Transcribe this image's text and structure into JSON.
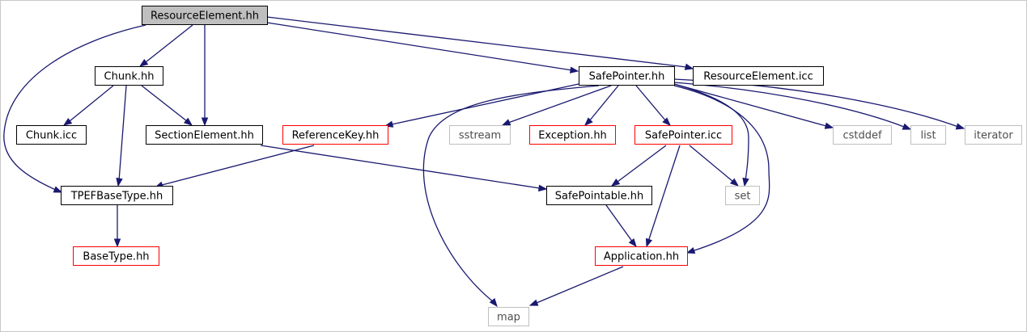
{
  "nodes": {
    "resource_element_hh": {
      "label": "ResourceElement.hh",
      "kind": "root"
    },
    "chunk_hh": {
      "label": "Chunk.hh",
      "kind": "documented"
    },
    "safe_pointer_hh": {
      "label": "SafePointer.hh",
      "kind": "documented"
    },
    "resource_element_icc": {
      "label": "ResourceElement.icc",
      "kind": "documented"
    },
    "chunk_icc": {
      "label": "Chunk.icc",
      "kind": "documented"
    },
    "section_element_hh": {
      "label": "SectionElement.hh",
      "kind": "documented"
    },
    "reference_key_hh": {
      "label": "ReferenceKey.hh",
      "kind": "truncated"
    },
    "sstream": {
      "label": "sstream",
      "kind": "external"
    },
    "exception_hh": {
      "label": "Exception.hh",
      "kind": "truncated"
    },
    "safe_pointer_icc": {
      "label": "SafePointer.icc",
      "kind": "truncated"
    },
    "cstddef": {
      "label": "cstddef",
      "kind": "external"
    },
    "list": {
      "label": "list",
      "kind": "external"
    },
    "iterator": {
      "label": "iterator",
      "kind": "external"
    },
    "tpef_base_type_hh": {
      "label": "TPEFBaseType.hh",
      "kind": "documented"
    },
    "safe_pointable_hh": {
      "label": "SafePointable.hh",
      "kind": "documented"
    },
    "set": {
      "label": "set",
      "kind": "external"
    },
    "base_type_hh": {
      "label": "BaseType.hh",
      "kind": "truncated"
    },
    "application_hh": {
      "label": "Application.hh",
      "kind": "truncated"
    },
    "map": {
      "label": "map",
      "kind": "external"
    }
  },
  "edges": [
    [
      "resource_element_hh",
      "chunk_hh"
    ],
    [
      "resource_element_hh",
      "section_element_hh"
    ],
    [
      "resource_element_hh",
      "tpef_base_type_hh"
    ],
    [
      "resource_element_hh",
      "safe_pointer_hh"
    ],
    [
      "resource_element_hh",
      "resource_element_icc"
    ],
    [
      "chunk_hh",
      "chunk_icc"
    ],
    [
      "chunk_hh",
      "section_element_hh"
    ],
    [
      "chunk_hh",
      "tpef_base_type_hh"
    ],
    [
      "section_element_hh",
      "safe_pointable_hh"
    ],
    [
      "reference_key_hh",
      "tpef_base_type_hh"
    ],
    [
      "tpef_base_type_hh",
      "base_type_hh"
    ],
    [
      "safe_pointer_hh",
      "reference_key_hh"
    ],
    [
      "safe_pointer_hh",
      "sstream"
    ],
    [
      "safe_pointer_hh",
      "exception_hh"
    ],
    [
      "safe_pointer_hh",
      "safe_pointer_icc"
    ],
    [
      "safe_pointer_hh",
      "cstddef"
    ],
    [
      "safe_pointer_hh",
      "list"
    ],
    [
      "safe_pointer_hh",
      "iterator"
    ],
    [
      "safe_pointer_hh",
      "set"
    ],
    [
      "safe_pointer_hh",
      "map"
    ],
    [
      "safe_pointer_hh",
      "application_hh"
    ],
    [
      "safe_pointer_icc",
      "safe_pointable_hh"
    ],
    [
      "safe_pointer_icc",
      "set"
    ],
    [
      "safe_pointer_icc",
      "application_hh"
    ],
    [
      "safe_pointable_hh",
      "application_hh"
    ],
    [
      "application_hh",
      "map"
    ]
  ],
  "colors": {
    "edge": "#191970",
    "root_fill": "#bfbfbf",
    "documented_border": "#000000",
    "truncated_border": "#ff0000",
    "external_border": "#bfbfbf"
  }
}
